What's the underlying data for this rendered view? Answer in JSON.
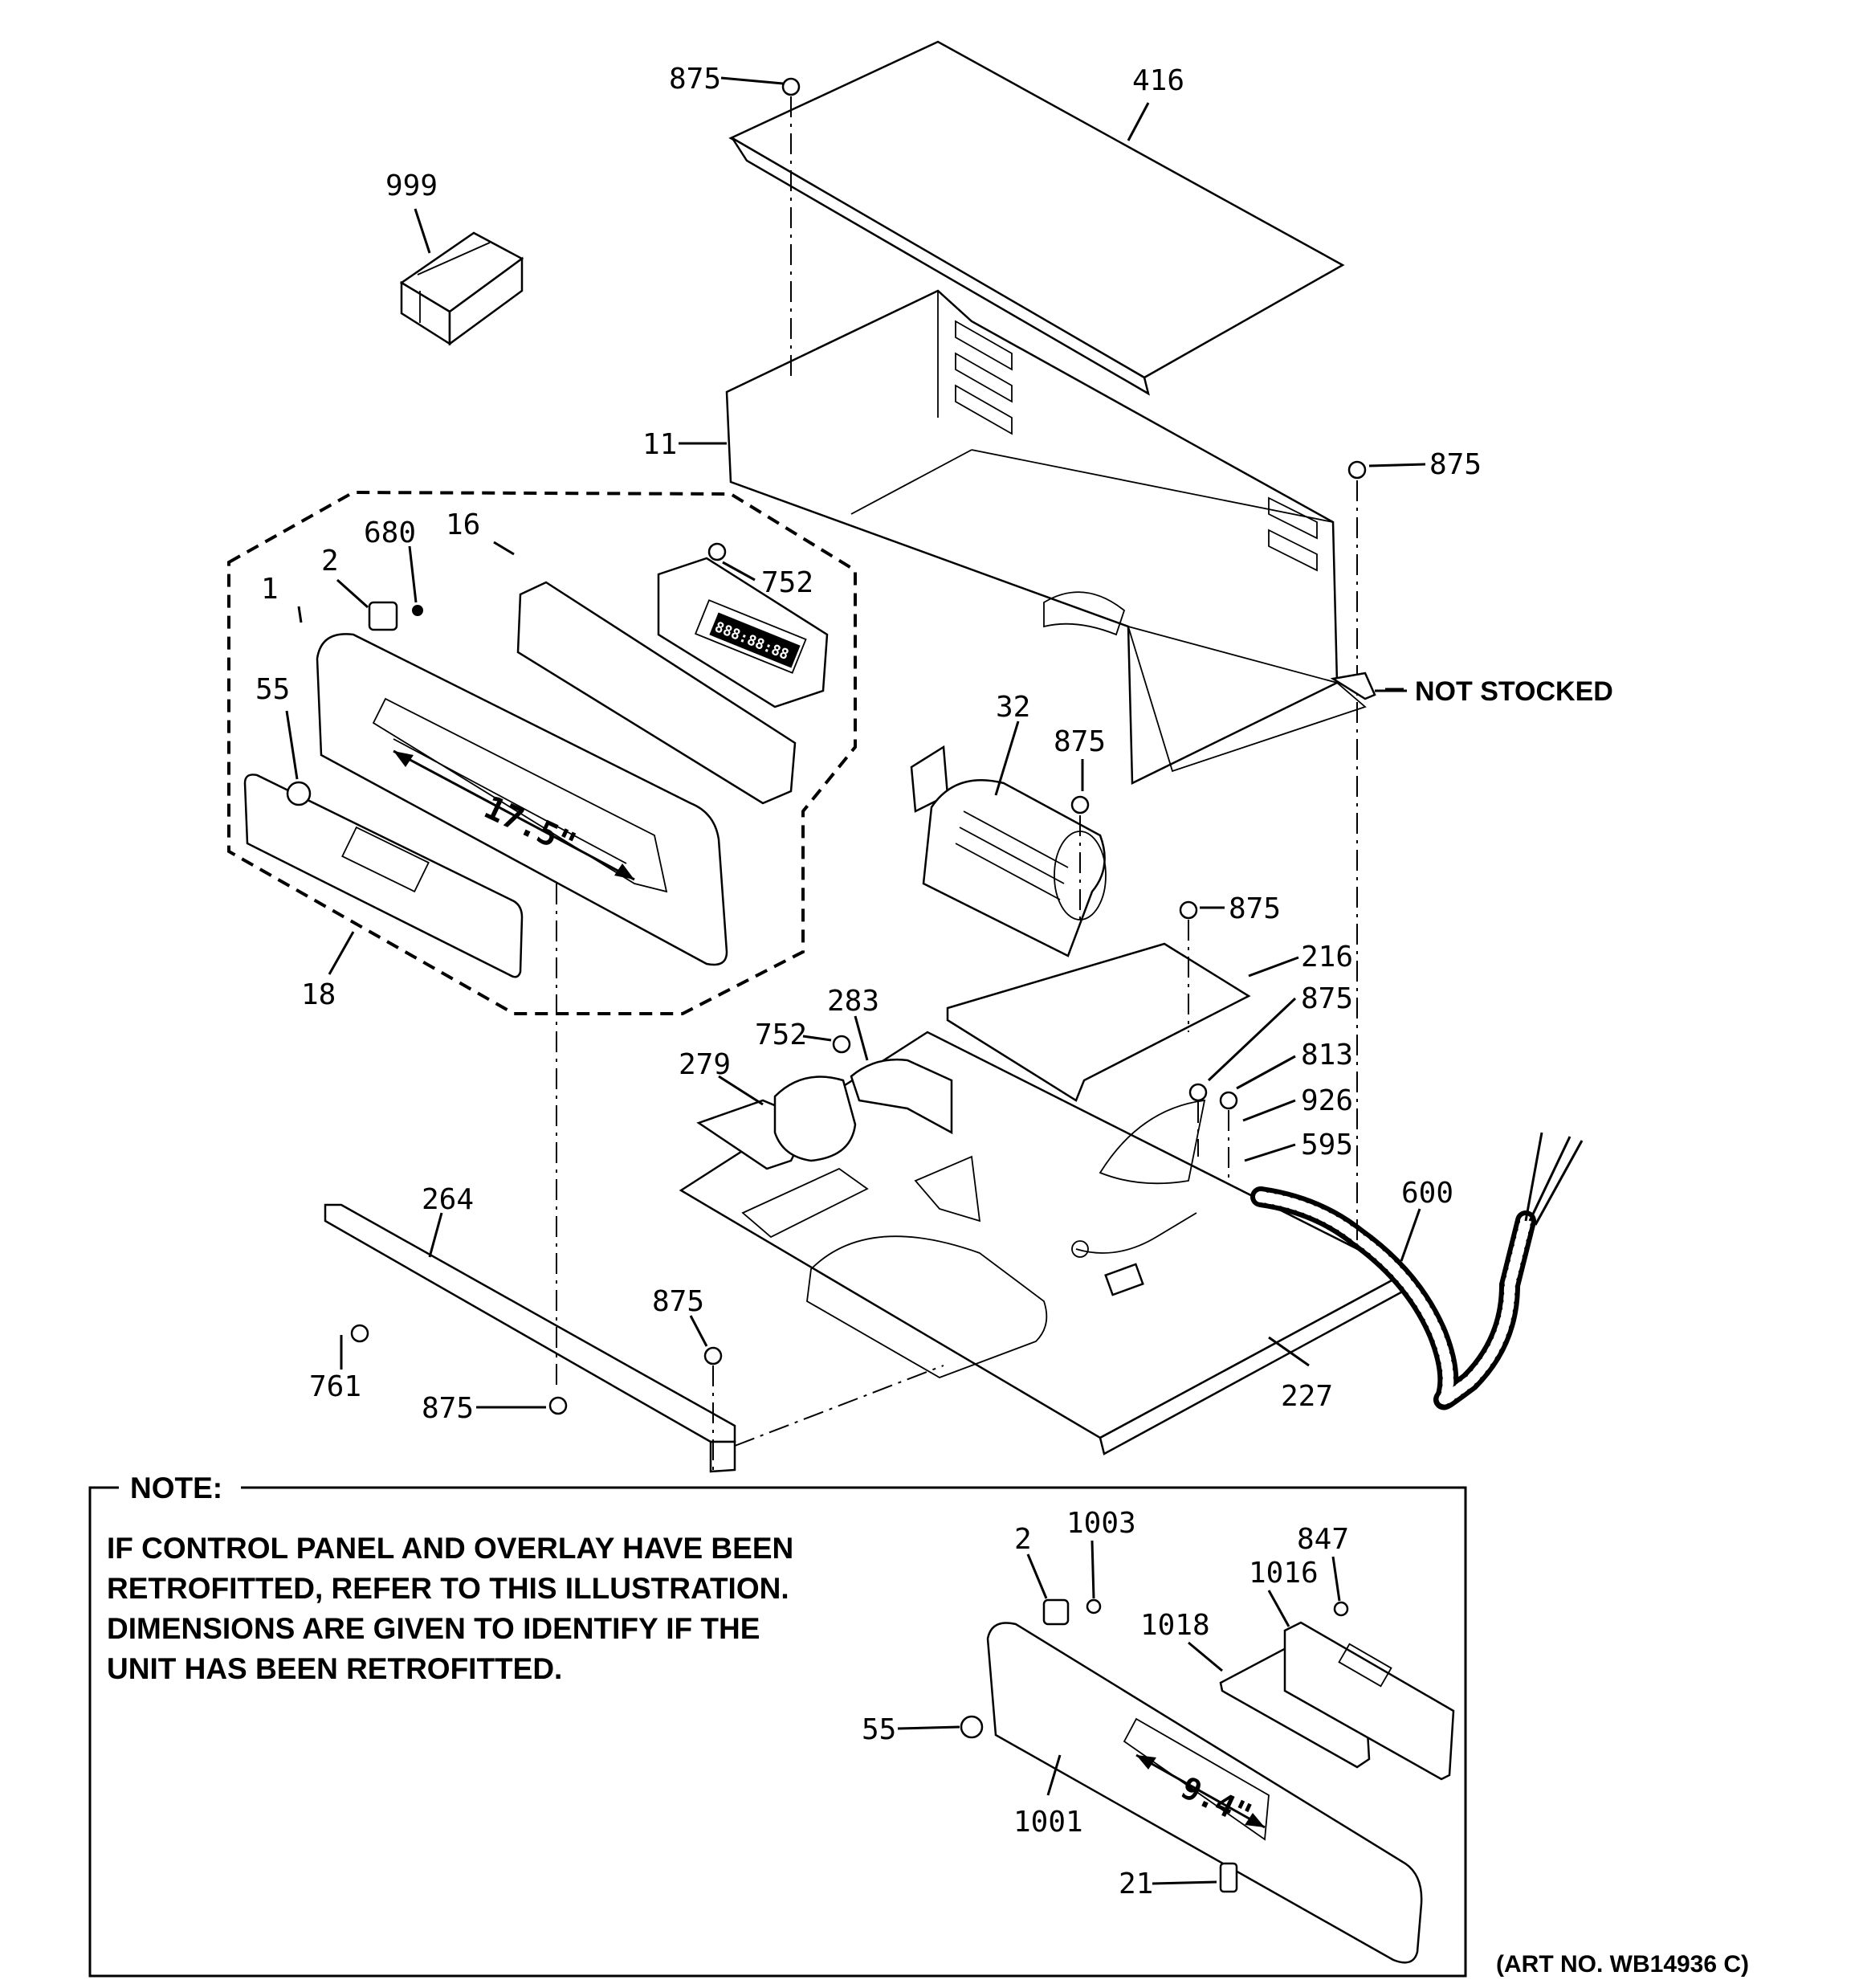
{
  "callouts": [
    {
      "id": "c875a",
      "text": "875"
    },
    {
      "id": "c416",
      "text": "416"
    },
    {
      "id": "c999",
      "text": "999"
    },
    {
      "id": "c11",
      "text": "11"
    },
    {
      "id": "c875b",
      "text": "875"
    },
    {
      "id": "c16",
      "text": "16"
    },
    {
      "id": "c680",
      "text": "680"
    },
    {
      "id": "c2a",
      "text": "2"
    },
    {
      "id": "c1",
      "text": "1"
    },
    {
      "id": "c752a",
      "text": "752"
    },
    {
      "id": "c55a",
      "text": "55"
    },
    {
      "id": "c32",
      "text": "32"
    },
    {
      "id": "c875c",
      "text": "875"
    },
    {
      "id": "c18",
      "text": "18"
    },
    {
      "id": "c875d",
      "text": "875"
    },
    {
      "id": "c216",
      "text": "216"
    },
    {
      "id": "c875e",
      "text": "875"
    },
    {
      "id": "c283",
      "text": "283"
    },
    {
      "id": "c752b",
      "text": "752"
    },
    {
      "id": "c813",
      "text": "813"
    },
    {
      "id": "c279",
      "text": "279"
    },
    {
      "id": "c926",
      "text": "926"
    },
    {
      "id": "c595",
      "text": "595"
    },
    {
      "id": "c600",
      "text": "600"
    },
    {
      "id": "c264",
      "text": "264"
    },
    {
      "id": "c875f",
      "text": "875"
    },
    {
      "id": "c761",
      "text": "761"
    },
    {
      "id": "c875g",
      "text": "875"
    },
    {
      "id": "c227",
      "text": "227"
    },
    {
      "id": "c1003",
      "text": "1003"
    },
    {
      "id": "c2b",
      "text": "2"
    },
    {
      "id": "c847",
      "text": "847"
    },
    {
      "id": "c1016",
      "text": "1016"
    },
    {
      "id": "c1018",
      "text": "1018"
    },
    {
      "id": "c55b",
      "text": "55"
    },
    {
      "id": "c1001",
      "text": "1001"
    },
    {
      "id": "c21",
      "text": "21"
    }
  ],
  "dimensions": {
    "top_panel": "17.5\"",
    "retrofit_panel": "9.4\""
  },
  "display_digits": "888:88:88",
  "not_stocked": "NOT STOCKED",
  "note": {
    "title": "NOTE:",
    "lines": [
      "IF CONTROL PANEL AND OVERLAY HAVE BEEN",
      "RETROFITTED, REFER TO THIS ILLUSTRATION.",
      "DIMENSIONS ARE GIVEN TO IDENTIFY IF THE",
      "UNIT HAS BEEN RETROFITTED."
    ]
  },
  "art_no": "(ART NO. WB14936 C)"
}
